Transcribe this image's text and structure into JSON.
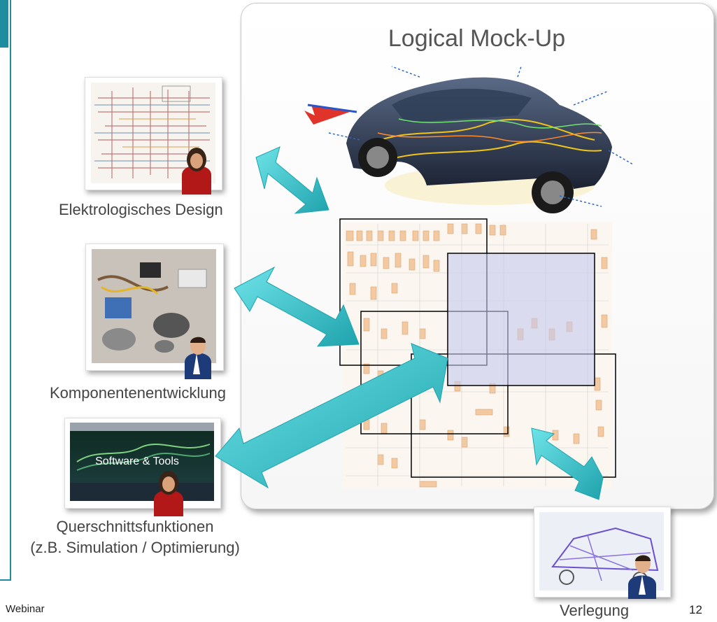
{
  "diagram": {
    "title": "Logical Mock-Up",
    "roles": [
      {
        "label": "Elektrologisches Design"
      },
      {
        "label": "Komponentenentwicklung"
      },
      {
        "label": "Querschnittsfunktionen\n(z.B. Simulation / Optimierung)"
      },
      {
        "label": "Verlegung"
      }
    ],
    "software_thumb_text": "Software & Tools",
    "colors": {
      "arrow": "#35c9d1",
      "arrow_dark": "#1fa3ad",
      "accent": "#1f8da0",
      "overlay": "#c5c9ee"
    }
  },
  "footer": {
    "label": "Webinar",
    "page": "12"
  }
}
